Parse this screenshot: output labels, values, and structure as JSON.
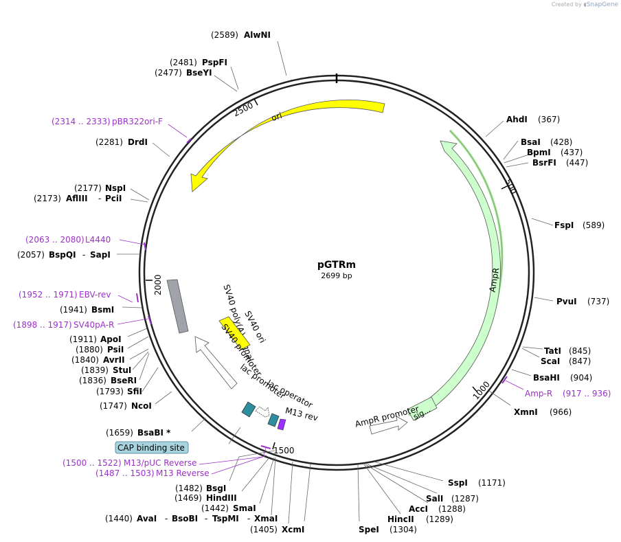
{
  "watermark": {
    "prefix": "Created by",
    "brand": "SnapGene"
  },
  "plasmid": {
    "name": "pGTRm",
    "length_label": "2699 bp"
  },
  "ticks": [
    "500",
    "1000",
    "1500",
    "2000",
    "2500"
  ],
  "enzymes": [
    {
      "id": "alwni",
      "pos": "(2589)",
      "name": "AlwNI"
    },
    {
      "id": "pspfi",
      "pos": "(2481)",
      "name": "PspFI"
    },
    {
      "id": "bseyi",
      "pos": "(2477)",
      "name": "BseYI"
    },
    {
      "id": "drdi",
      "pos": "(2281)",
      "name": "DrdI"
    },
    {
      "id": "nspi",
      "pos": "(2177)",
      "name": "NspI"
    },
    {
      "id": "afliii",
      "pos": "(2173)",
      "name": "AflIII",
      "extra": "PciI"
    },
    {
      "id": "bspqi",
      "pos": "(2057)",
      "name": "BspQI",
      "extra": "SapI"
    },
    {
      "id": "bsmi",
      "pos": "(1941)",
      "name": "BsmI"
    },
    {
      "id": "apoi",
      "pos": "(1911)",
      "name": "ApoI"
    },
    {
      "id": "psii",
      "pos": "(1880)",
      "name": "PsiI"
    },
    {
      "id": "avrii",
      "pos": "(1840)",
      "name": "AvrII"
    },
    {
      "id": "stui",
      "pos": "(1839)",
      "name": "StuI"
    },
    {
      "id": "bseri",
      "pos": "(1836)",
      "name": "BseRI"
    },
    {
      "id": "sfii",
      "pos": "(1793)",
      "name": "SfiI"
    },
    {
      "id": "ncoi",
      "pos": "(1747)",
      "name": "NcoI"
    },
    {
      "id": "bsabi",
      "pos": "(1659)",
      "name": "BsaBI *"
    },
    {
      "id": "bsgi",
      "pos": "(1482)",
      "name": "BsgI"
    },
    {
      "id": "hindiii",
      "pos": "(1469)",
      "name": "HindIII"
    },
    {
      "id": "smai",
      "pos": "(1442)",
      "name": "SmaI"
    },
    {
      "id": "avai",
      "pos": "(1440)",
      "name": "AvaI",
      "extra": "BsoBI",
      "extra2": "TspMI",
      "extra3": "XmaI"
    },
    {
      "id": "xcmi",
      "pos": "(1405)",
      "name": "XcmI"
    },
    {
      "id": "spei",
      "pos": "(1304)",
      "name": "SpeI"
    },
    {
      "id": "hincii",
      "pos": "(1289)",
      "name": "HincII"
    },
    {
      "id": "acci",
      "pos": "(1288)",
      "name": "AccI"
    },
    {
      "id": "sali",
      "pos": "(1287)",
      "name": "SalI"
    },
    {
      "id": "sspi",
      "pos": "(1171)",
      "name": "SspI"
    },
    {
      "id": "xmni",
      "pos": "(966)",
      "name": "XmnI"
    },
    {
      "id": "bsahi",
      "pos": "(904)",
      "name": "BsaHI"
    },
    {
      "id": "scai",
      "pos": "(847)",
      "name": "ScaI"
    },
    {
      "id": "tati",
      "pos": "(845)",
      "name": "TatI"
    },
    {
      "id": "pvui",
      "pos": "(737)",
      "name": "PvuI"
    },
    {
      "id": "fspi",
      "pos": "(589)",
      "name": "FspI"
    },
    {
      "id": "bsrfi",
      "pos": "(447)",
      "name": "BsrFI"
    },
    {
      "id": "bpmi",
      "pos": "(437)",
      "name": "BpmI"
    },
    {
      "id": "bsai",
      "pos": "(428)",
      "name": "BsaI"
    },
    {
      "id": "ahdi",
      "pos": "(367)",
      "name": "AhdI"
    }
  ],
  "primers": [
    {
      "id": "pbr322ori",
      "range": "(2314 .. 2333)",
      "name": "pBR322ori-F"
    },
    {
      "id": "l4440",
      "range": "(2063 .. 2080)",
      "name": "L4440"
    },
    {
      "id": "ebvrev",
      "range": "(1952 .. 1971)",
      "name": "EBV-rev"
    },
    {
      "id": "sv40par",
      "range": "(1898 .. 1917)",
      "name": "SV40pA-R"
    },
    {
      "id": "m13puc",
      "range": "(1500 .. 1522)",
      "name": "M13/pUC Reverse"
    },
    {
      "id": "m13rev",
      "range": "(1487 .. 1503)",
      "name": "M13 Reverse"
    },
    {
      "id": "ampr",
      "name": "Amp-R",
      "range": "(917 .. 936)"
    }
  ],
  "features": [
    {
      "id": "ori",
      "label": "ori",
      "color": "#ffff00"
    },
    {
      "id": "ampr",
      "label": "AmpR",
      "color": "#ccffcc"
    },
    {
      "id": "sig",
      "label": "sig...",
      "color": "#ccffcc"
    },
    {
      "id": "amprpromoter",
      "label": "AmpR promoter",
      "color": "#ffffff"
    },
    {
      "id": "sv40polya",
      "label": "SV40 poly(A) signal",
      "color": "#a0a4aa"
    },
    {
      "id": "sv40promoter",
      "label": "SV40 promoter",
      "color": "#ffffff"
    },
    {
      "id": "sv40ori",
      "label": "SV40 ori",
      "color": "#ffff00"
    },
    {
      "id": "lacpromoter",
      "label": "lac promoter",
      "color": "#ffffff"
    },
    {
      "id": "lacoperator",
      "label": "lac operator",
      "color": "#2d8ea0"
    },
    {
      "id": "m13rev",
      "label": "M13 rev",
      "color": "#9b30ff"
    },
    {
      "id": "cap",
      "label": "CAP binding site",
      "color": "#a8d4e0"
    }
  ],
  "colors": {
    "primer": "#9b30c8",
    "ampr_primer_line": "#2e6b00",
    "ori": "#ffff00",
    "ampr": "#ccffcc"
  }
}
